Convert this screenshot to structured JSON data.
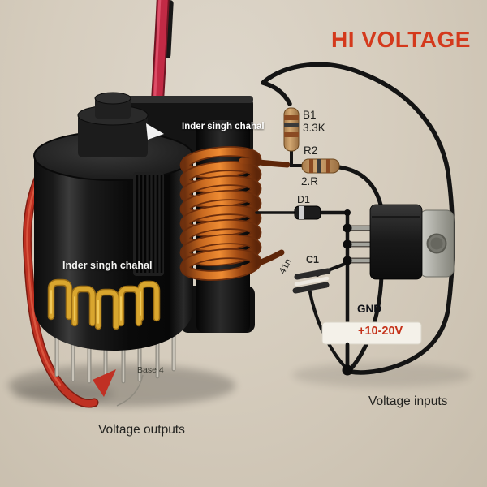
{
  "title": "HI VOLTAGE",
  "watermarks": {
    "top": "Inder singh chahal",
    "body": "Inder singh chahal"
  },
  "components": {
    "b1": {
      "name": "B1",
      "value": "3.3K"
    },
    "r2": {
      "name": "R2",
      "value": "2.R"
    },
    "d1": {
      "name": "D1"
    },
    "c1": {
      "name": "C1",
      "value": "41n"
    }
  },
  "annotations": {
    "gnd": "GND",
    "supply": "+10-20V",
    "base_pin": "Base 4"
  },
  "captions": {
    "outputs": "Voltage outputs",
    "inputs": "Voltage inputs"
  },
  "colors": {
    "title_color": "#d4391c",
    "supply_color": "#c5321a",
    "coil_color": "#e07a28",
    "red_wire_color": "#bf3122",
    "cable_color": "#c22a45",
    "pin_gold_color": "#d9a62e",
    "background_color": "#d3cabc"
  }
}
